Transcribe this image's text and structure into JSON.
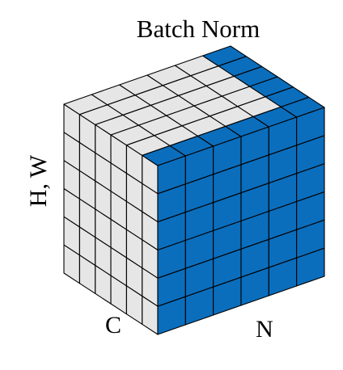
{
  "title": "Batch Norm",
  "axes": {
    "vertical": "H, W",
    "depth": "C",
    "horizontal": "N"
  },
  "cube": {
    "cells_per_side": 6,
    "highlight": "front-face and top-right column",
    "colors": {
      "highlight": "#0a6ebd",
      "neutral": "#e6e6e6",
      "edge": "#000000"
    }
  }
}
